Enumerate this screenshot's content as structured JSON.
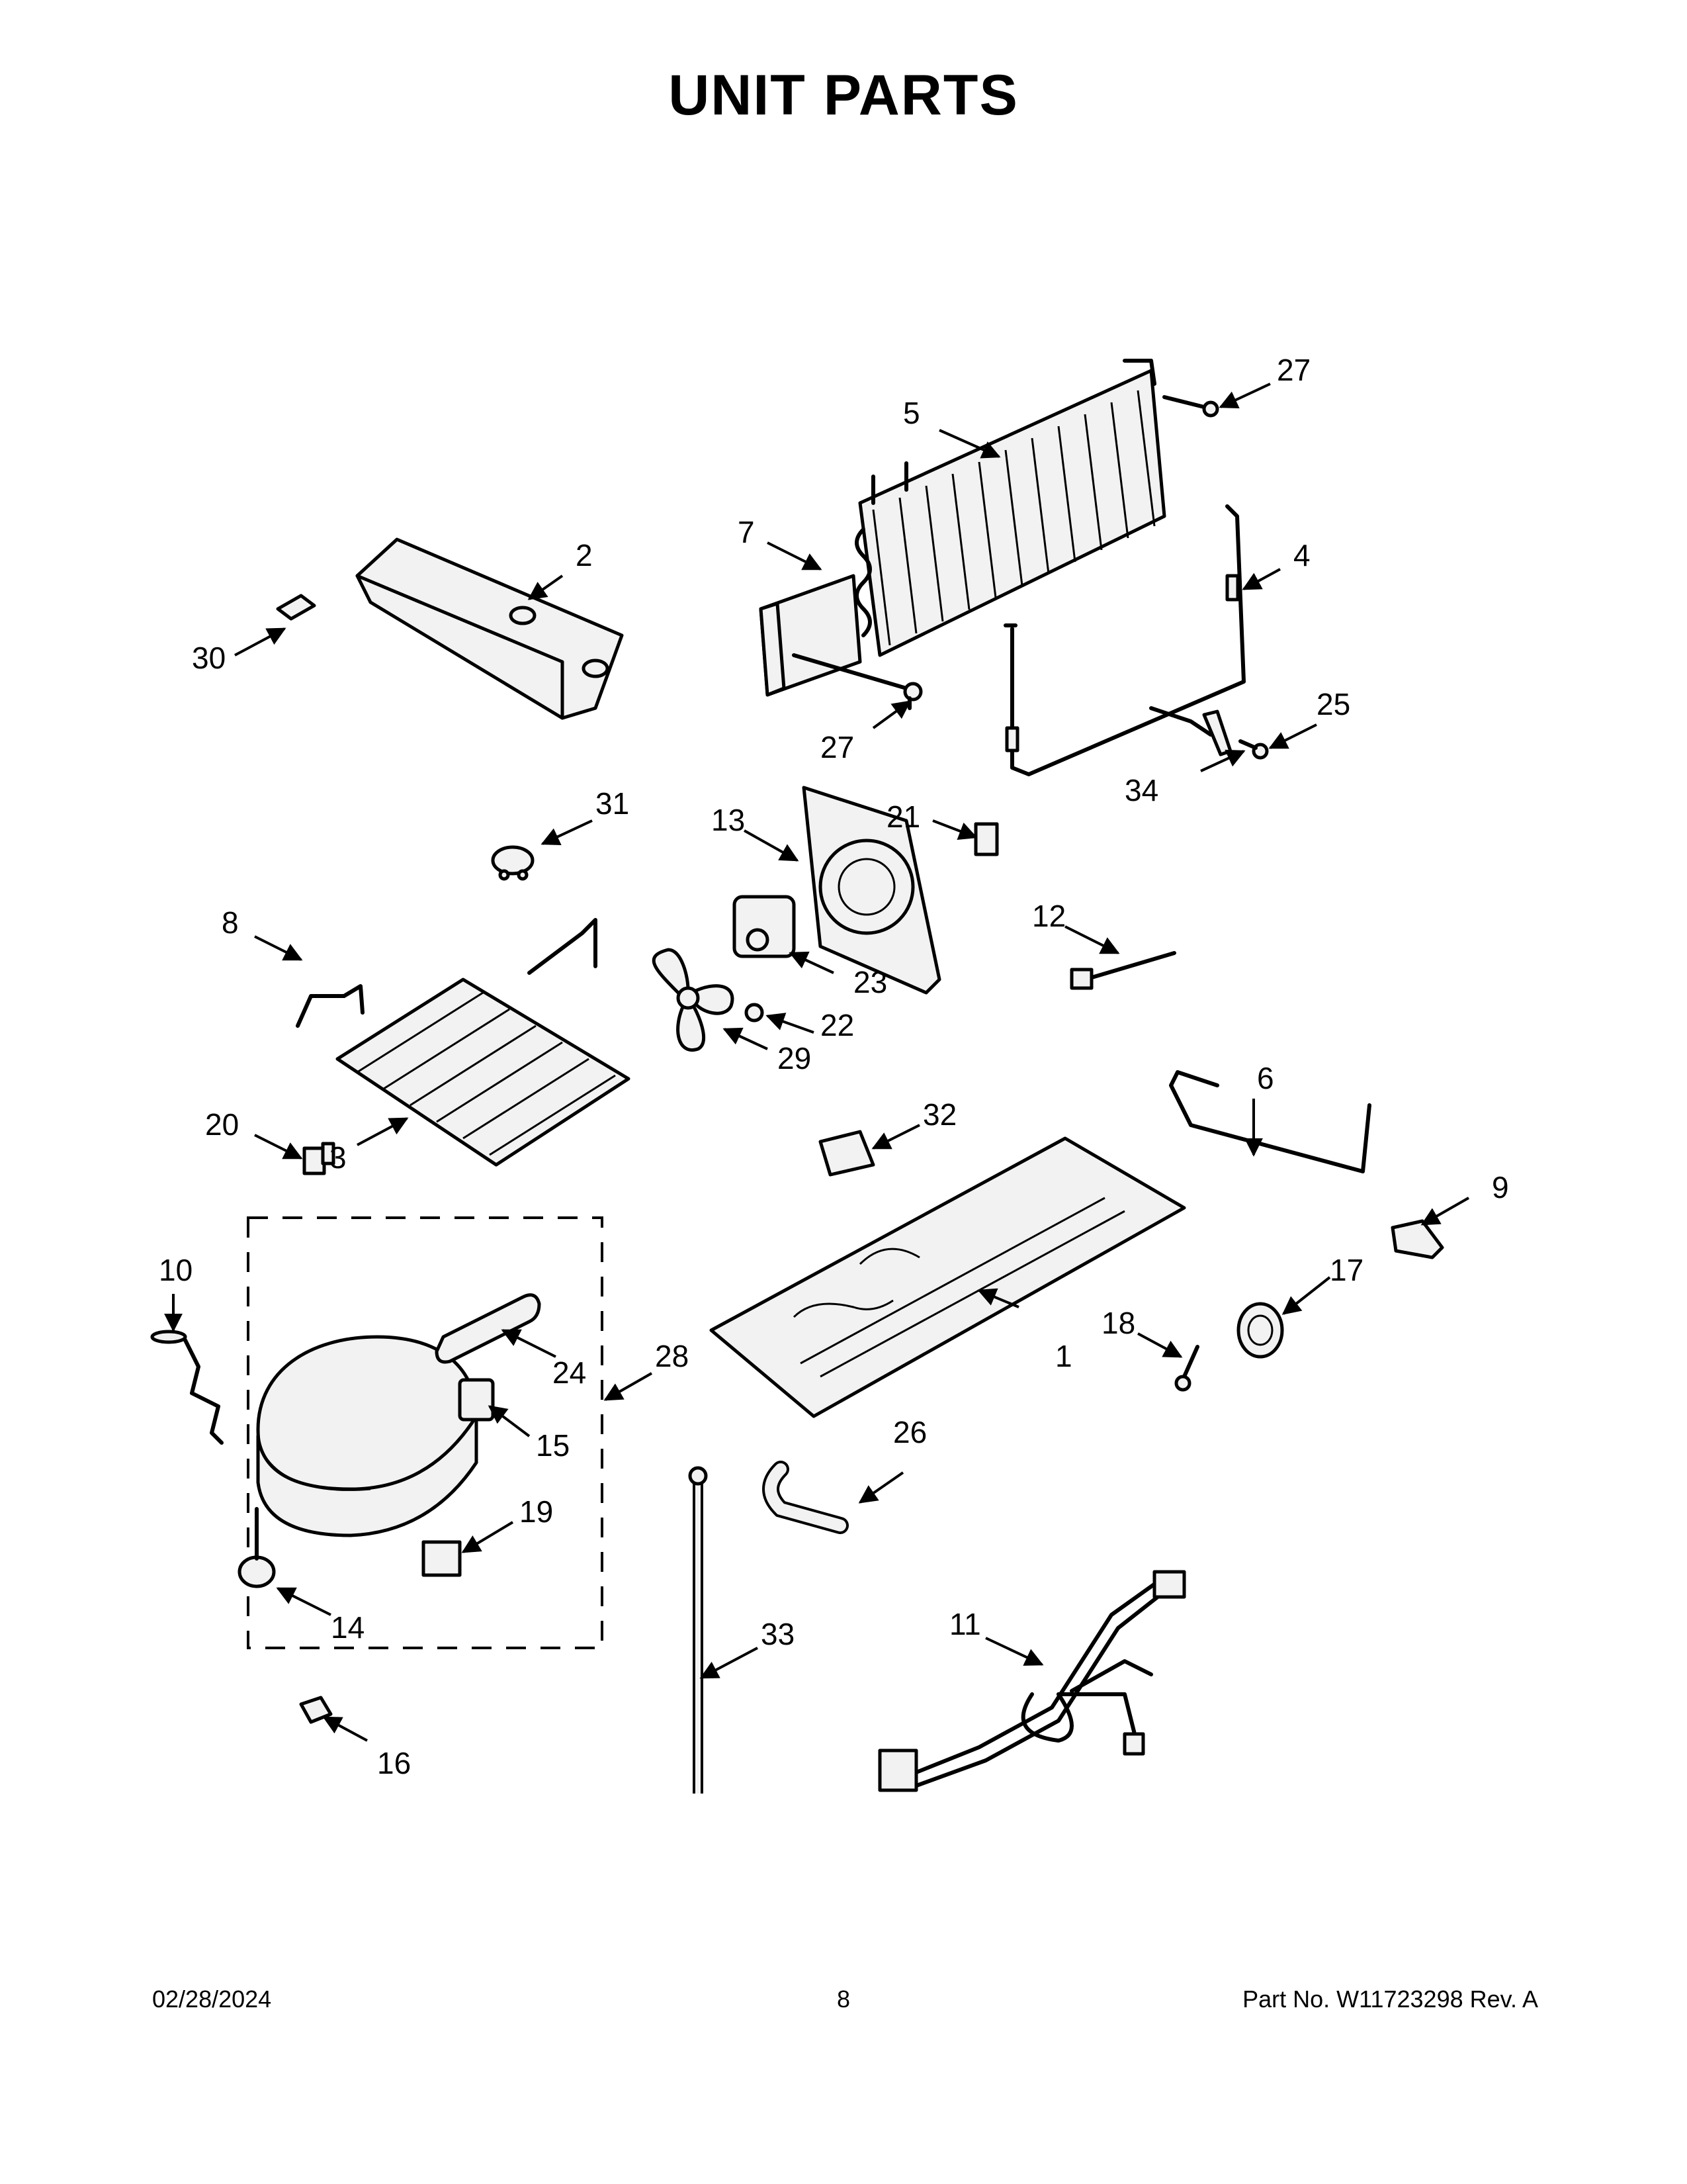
{
  "title": "UNIT PARTS",
  "footer": {
    "date": "02/28/2024",
    "page": "8",
    "part_number": "Part No.  W11723298  Rev.  A"
  },
  "callouts": {
    "c1": "1",
    "c2": "2",
    "c3": "3",
    "c4": "4",
    "c5": "5",
    "c6": "6",
    "c7": "7",
    "c8": "8",
    "c9": "9",
    "c10": "10",
    "c11": "11",
    "c12": "12",
    "c13": "13",
    "c14": "14",
    "c15": "15",
    "c16": "16",
    "c17": "17",
    "c18": "18",
    "c19": "19",
    "c20": "20",
    "c21": "21",
    "c22": "22",
    "c23": "23",
    "c24": "24",
    "c25": "25",
    "c26": "26",
    "c27a": "27",
    "c27b": "27",
    "c28": "28",
    "c29": "29",
    "c30": "30",
    "c31": "31",
    "c32": "32",
    "c33": "33",
    "c34": "34"
  }
}
